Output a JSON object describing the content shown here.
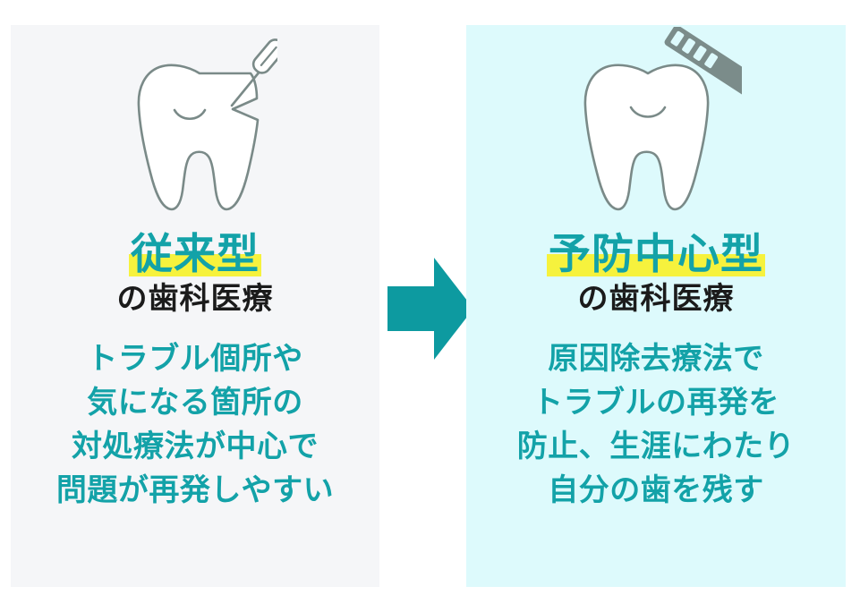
{
  "figure": {
    "type": "comparison-infographic",
    "left_panel": {
      "background_color": "#f5f6f8",
      "illustration": {
        "icon_name": "tooth-with-cavity-and-dental-probe",
        "outline_color": "#7a8a88",
        "fill_color": "#ffffff"
      },
      "heading_accent": "従来型",
      "heading_highlight_color": "#f6f23d",
      "heading_accent_color": "#13a2a8",
      "heading_sub": "の歯科医療",
      "heading_sub_color": "#1b1b1b",
      "body_lines": [
        "トラブル個所や",
        "気になる箇所の",
        "対処療法が中心で",
        "問題が再発しやすい"
      ],
      "body_color": "#13a2a8"
    },
    "arrow": {
      "icon_name": "arrow-right",
      "color": "#0d9aa0",
      "direction": "right"
    },
    "right_panel": {
      "background_color": "#ddfafc",
      "illustration": {
        "icon_name": "healthy-tooth-with-toothbrush",
        "outline_color": "#7a8a88",
        "fill_color": "#ffffff",
        "brush_color": "#7b8c8a"
      },
      "heading_accent": "予防中心型",
      "heading_highlight_color": "#f6f23d",
      "heading_accent_color": "#13a2a8",
      "heading_sub": "の歯科医療",
      "heading_sub_color": "#1b1b1b",
      "body_lines": [
        "原因除去療法で",
        "トラブルの再発を",
        "防止、生涯にわたり",
        "自分の歯を残す"
      ],
      "body_color": "#13a2a8"
    }
  }
}
